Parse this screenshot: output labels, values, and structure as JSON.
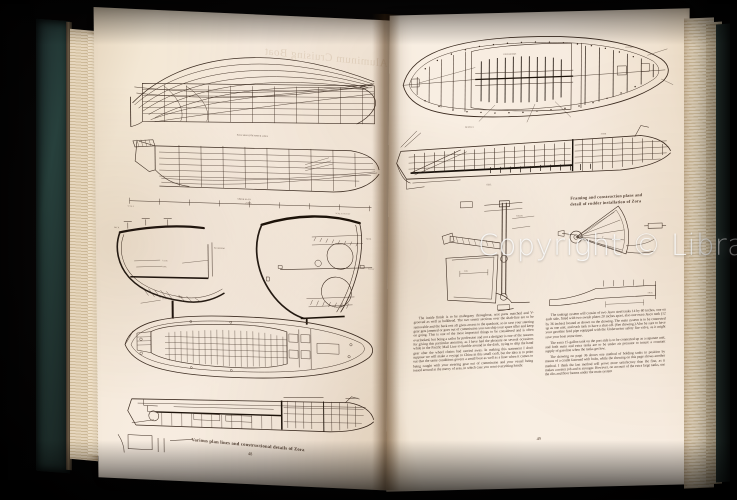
{
  "scene": {
    "kind": "photograph-of-open-book",
    "watermark": "Copyright © Librarium",
    "book_cover_color": "#243935",
    "page_color": "#f6ebdf",
    "ink_color": "#3e2d22"
  },
  "left_page": {
    "folio": "48",
    "caption": "Various plan lines and constructional details of Zora",
    "show_through_title": "Aluminum Cruising Boat",
    "figures": [
      {
        "name": "half-breadth-and-body-plan",
        "label": "hull lines plan"
      },
      {
        "name": "sheer-profile-plan",
        "label": "sheer and profile plan"
      },
      {
        "name": "midship-section-detail-left",
        "label": "midship construction section"
      },
      {
        "name": "midship-section-detail-right",
        "label": "frame section with tank"
      },
      {
        "name": "deck-plan",
        "label": "deck and cockpit plan"
      },
      {
        "name": "inboard-profile",
        "label": "inboard profile"
      }
    ]
  },
  "right_page": {
    "folio": "49",
    "caption_line1": "Framing and construction plans and",
    "caption_line2": "detail of rudder installation of Zora",
    "figures": [
      {
        "name": "framing-plan-view",
        "label": "framing plan, top view"
      },
      {
        "name": "construction-profile",
        "label": "construction profile"
      },
      {
        "name": "rudder-installation-detail",
        "label": "rudder installation detail"
      },
      {
        "name": "rudder-quadrant-detail",
        "label": "steering quadrant detail"
      },
      {
        "name": "rudder-blade-section",
        "label": "rudder blade section"
      }
    ],
    "columns": [
      {
        "name": "left-text-column",
        "paragraphs": [
          "The inside finish is to be mahogany throughout, seat parts matched and V-grooved as well as bulkhead. The two center sections over the shaft-line are to be removable and the back rest aft gives access to the quadrant, so in case your steering gear gets jammed or goes out of commission you can ship your spare tiller and keep on going. This is one of the most important things to be considered and is often overlooked, but being a sailor by profession and not a designer is one of the reasons for giving this particular attention, as I have had the pleasure on several occasions while in the Pacific Mail Line to fumble around in the dark, trying to ship the hand gear after the wheel chains had carried away. In making this statement I don't suppose we will make a voyage to China in this small craft, but the idea is to point out that the same conditions govern a small boat as well as a liner when it comes to being caught with your steering gear out of commission and your vessel being tossed around at the mercy of seas, in which case you want everything handy."
        ]
      },
      {
        "name": "right-text-column",
        "paragraphs": [
          "The tankage system will consist of two Jasco steel tanks 14 by 60 inches, one on each side, fitted with two swash plates 20 inches apart, also one extra Jasco tank (12 by 36 inches) located as shown on the drawing. The main system is to be connected up as one unit, and each tank to have a shut-off. (See drawing.) Also be sure to have your gasoline feed pipe equipped with the Underwriter safety fire valve, as it might save your boat some time.",
          "The extra 15-gallon tank on the port side is to be connected up as a separate unit, and both main and extra tanks are to be under air pressure to insure a constant supply of gasoline when the tanks get low.",
          "The drawing on page 36 shows one method of holding tanks in position by means of a cradle fastened with bolts, while the drawing on this page shows another method. I think the last method will prove more satisfactory than the first, as it makes a neater job and is stronger. However, on account of the extra large tanks, use the ribs and floor beams under the main system"
        ]
      }
    ]
  }
}
